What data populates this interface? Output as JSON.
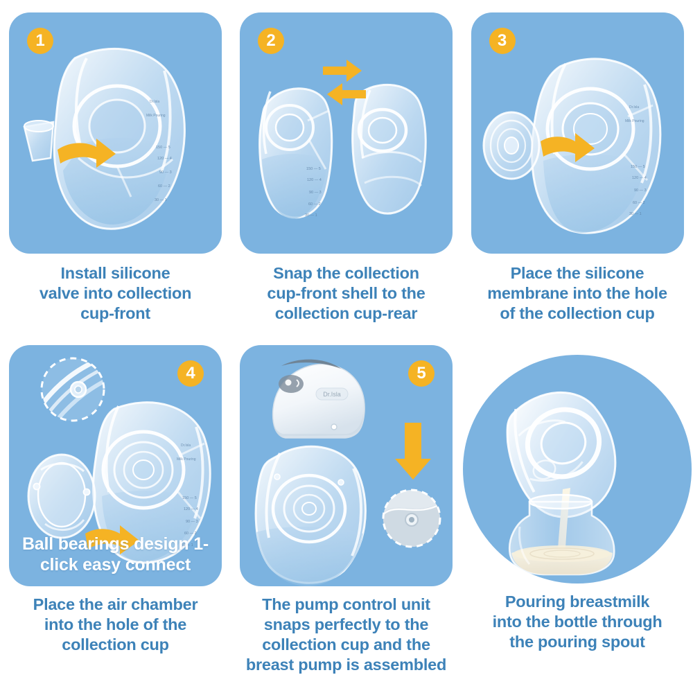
{
  "theme": {
    "page_background": "#ffffff",
    "panel_blue": "#7cb3e0",
    "badge_orange": "#f5b324",
    "arrow_orange": "#f5b324",
    "caption_blue": "#3d82b8",
    "overlay_text_color": "#ffffff"
  },
  "steps": [
    {
      "number": "1",
      "badge_position": "left",
      "caption_lines": [
        "Install silicone",
        "valve into collection",
        "cup-front"
      ],
      "arrow": "curved-arrow-right",
      "parts": [
        "silicone valve",
        "collection cup-front"
      ]
    },
    {
      "number": "2",
      "badge_position": "left",
      "caption_lines": [
        "Snap the collection",
        "cup-front shell to the",
        "collection cup-rear"
      ],
      "arrow": "double-arrow-snap",
      "parts": [
        "collection cup-front shell",
        "collection cup-rear"
      ]
    },
    {
      "number": "3",
      "badge_position": "left",
      "caption_lines": [
        "Place the silicone",
        "membrane into the hole",
        "of the collection cup"
      ],
      "arrow": "curved-arrow-right",
      "parts": [
        "silicone membrane",
        "collection cup"
      ]
    },
    {
      "number": "4",
      "badge_position": "right",
      "overlay_lines": [
        "Ball bearings design",
        "1-click easy connect"
      ],
      "caption_lines": [
        "Place the air chamber",
        "into the hole of the",
        "collection cup"
      ],
      "arrow": "curved-arrow-right",
      "inset_label": "ball-bearing-detail",
      "parts": [
        "air chamber",
        "collection cup"
      ]
    },
    {
      "number": "5",
      "badge_position": "right",
      "caption_lines": [
        "The pump control unit",
        "snaps perfectly to the",
        "collection cup and the",
        "breast pump is assembled"
      ],
      "arrow": "arrow-down",
      "inset_label": "snap-button-detail",
      "brand_label": "Dr.Isla",
      "parts": [
        "pump control unit",
        "collection cup"
      ]
    },
    {
      "number": "",
      "badge_position": "none",
      "shape": "circle",
      "caption_lines": [
        "Pouring breastmilk",
        "into the bottle through",
        "the pouring spout"
      ],
      "parts": [
        "collection cup",
        "bottle",
        "breastmilk"
      ]
    }
  ],
  "cup_scale_markings": [
    {
      "ml": "150",
      "oz": "5"
    },
    {
      "ml": "120",
      "oz": "4"
    },
    {
      "ml": "90",
      "oz": "3"
    },
    {
      "ml": "60",
      "oz": "2"
    },
    {
      "ml": "30",
      "oz": "1"
    }
  ]
}
